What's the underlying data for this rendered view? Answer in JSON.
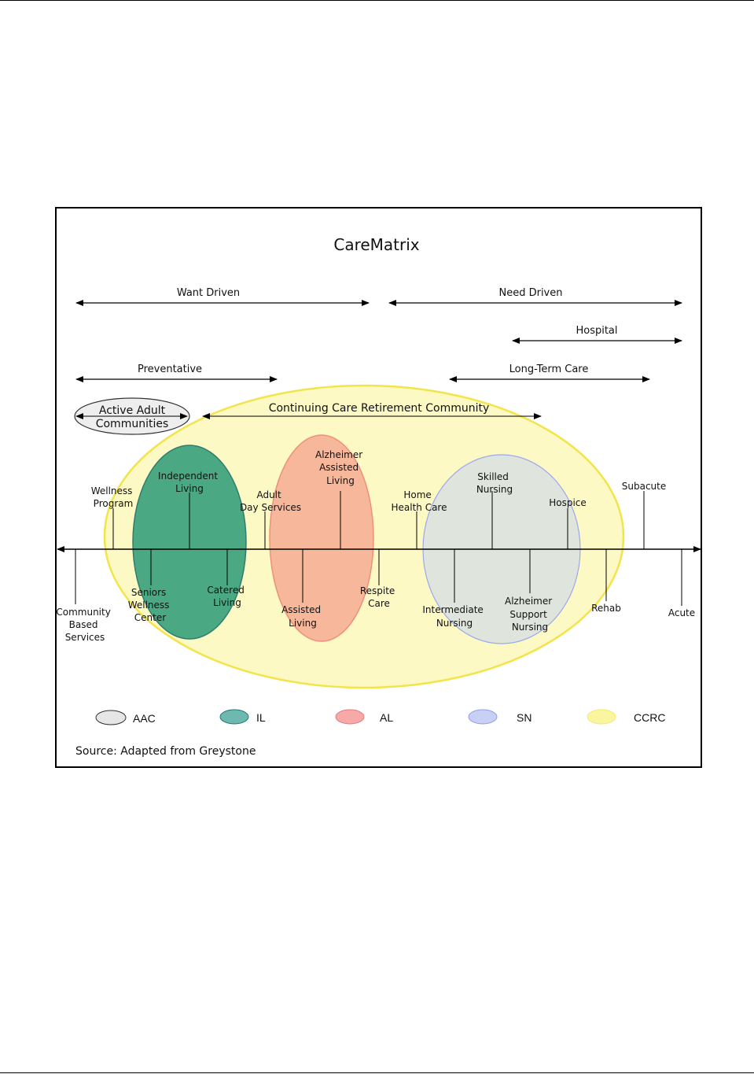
{
  "title": "CareMatrix",
  "arrows": {
    "want_driven": "Want Driven",
    "need_driven": "Need Driven",
    "hospital": "Hospital",
    "preventative": "Preventative",
    "long_term_care": "Long-Term Care",
    "ccrc": "Continuing Care Retirement Community"
  },
  "aac": [
    "Active Adult",
    "Communities"
  ],
  "above_line": {
    "wellness": [
      "Wellness",
      "Program"
    ],
    "independent": [
      "Independent",
      "Living"
    ],
    "adult_day": [
      "Adult",
      "Day Services"
    ],
    "alzheimer_al": [
      "Alzheimer",
      "Assisted",
      "Living"
    ],
    "home_health": [
      "Home",
      "Health Care"
    ],
    "skilled": [
      "Skilled",
      "Nursing"
    ],
    "hospice": [
      "Hospice"
    ],
    "subacute": [
      "Subacute"
    ]
  },
  "below_line": {
    "community": [
      "Community",
      "Based",
      "Services"
    ],
    "seniors": [
      "Seniors",
      "Wellness",
      "Center"
    ],
    "catered": [
      "Catered",
      "Living"
    ],
    "assisted": [
      "Assisted",
      "Living"
    ],
    "respite": [
      "Respite",
      "Care"
    ],
    "intermediate": [
      "Intermediate",
      "Nursing"
    ],
    "alz_support": [
      "Alzheimer",
      "Support",
      "Nursing"
    ],
    "rehab": [
      "Rehab"
    ],
    "acute": [
      "Acute"
    ]
  },
  "legend": [
    {
      "label": "AAC",
      "color": "#e6e6e6",
      "stroke": "#333333"
    },
    {
      "label": "IL",
      "color": "#6fb8b0",
      "stroke": "#1f7a73"
    },
    {
      "label": "AL",
      "color": "#f7a9a9",
      "stroke": "#e07b7b"
    },
    {
      "label": "SN",
      "color": "#c8d0f5",
      "stroke": "#8f9de8"
    },
    {
      "label": "CCRC",
      "color": "#fbf5a0",
      "stroke": "#f2e873"
    }
  ],
  "source": "Source: Adapted from Greystone",
  "colors": {
    "ccrc_fill": "#fdf9c4",
    "ccrc_stroke": "#f2e44a",
    "il_fill": "#4aa883",
    "il_stroke": "#2f7d6e",
    "al_fill": "#f6b79a",
    "al_stroke": "#f08f7a",
    "sn_fill": "#dfe4dc",
    "sn_stroke": "#9aa8ee",
    "aac_fill": "#eeeeee"
  }
}
